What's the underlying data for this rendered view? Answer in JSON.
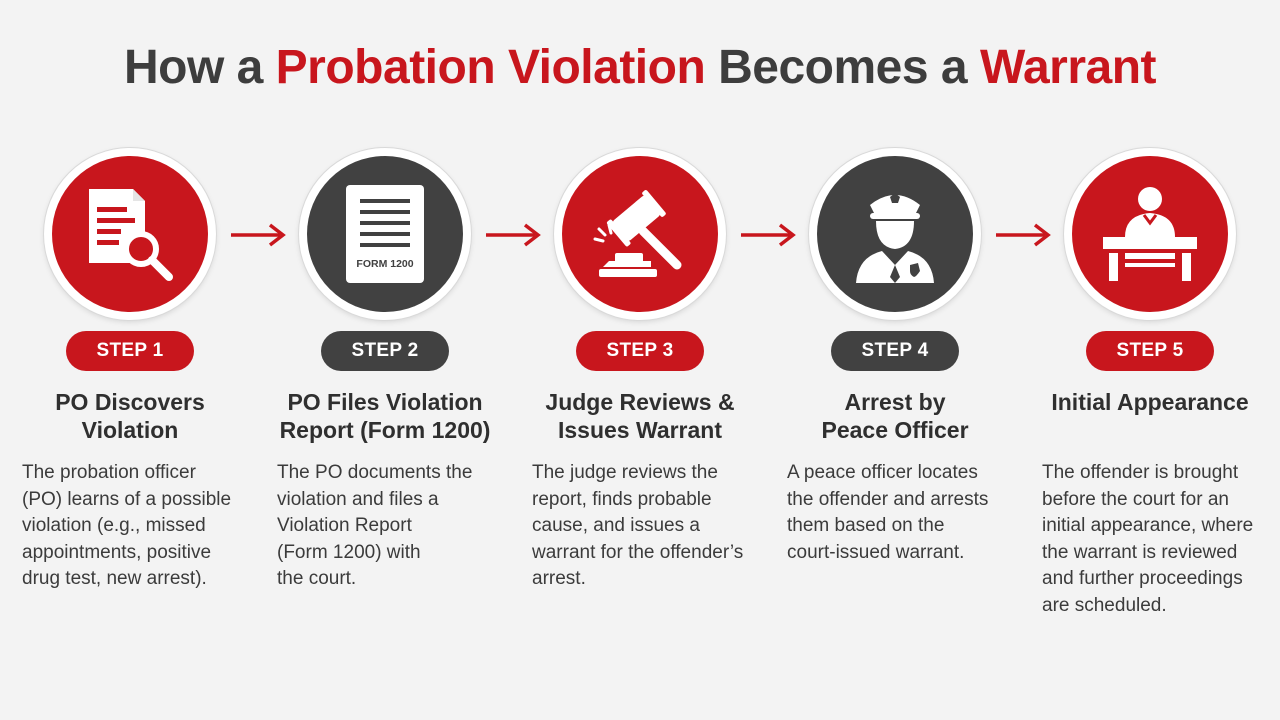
{
  "title": {
    "part1": "How a ",
    "part2": "Probation Violation",
    "part3": " Becomes a ",
    "part4": "Warrant"
  },
  "colors": {
    "red": "#c8161d",
    "dark": "#414141",
    "background": "#f3f3f3"
  },
  "steps": [
    {
      "badge": "STEP 1",
      "heading": "PO Discovers\nViolation",
      "description": "The probation officer\n(PO) learns of a possible\nviolation (e.g., missed\nappointments, positive\ndrug test, new arrest).",
      "icon": "document-magnifier-icon",
      "color": "red"
    },
    {
      "badge": "STEP 2",
      "heading": "PO Files Violation\nReport (Form 1200)",
      "description": "The PO documents the\nviolation and files a\nViolation Report\n(Form 1200) with\nthe court.",
      "icon": "form-document-icon",
      "icon_label": "FORM 1200",
      "color": "dark"
    },
    {
      "badge": "STEP 3",
      "heading": "Judge Reviews &\nIssues Warrant",
      "description": "The judge reviews the\nreport, finds probable\ncause, and issues a\nwarrant for the offender’s\narrest.",
      "icon": "gavel-icon",
      "color": "red"
    },
    {
      "badge": "STEP 4",
      "heading": "Arrest by\nPeace Officer",
      "description": "A peace officer locates\nthe offender and arrests\nthem based on the\ncourt-issued warrant.",
      "icon": "police-officer-icon",
      "color": "dark"
    },
    {
      "badge": "STEP 5",
      "heading": "Initial Appearance",
      "description": "The offender is brought\nbefore the court for an\ninitial appearance, where\nthe warrant is reviewed\nand further proceedings\nare scheduled.",
      "icon": "person-at-podium-icon",
      "color": "red"
    }
  ],
  "arrows": [
    "arrow-right-icon",
    "arrow-right-icon",
    "arrow-right-icon",
    "arrow-right-icon"
  ]
}
